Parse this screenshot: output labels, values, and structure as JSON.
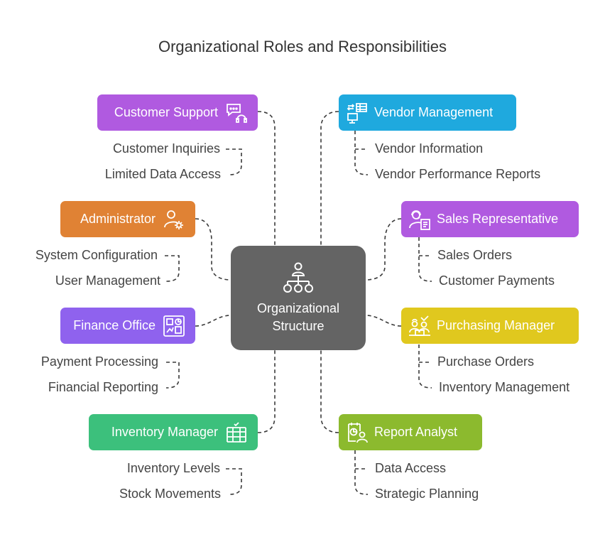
{
  "title": "Organizational Roles and Responsibilities",
  "center": {
    "line1": "Organizational",
    "line2": "Structure",
    "icon": "org-chart-icon"
  },
  "roles": [
    {
      "id": "customer-support",
      "label": "Customer Support",
      "color": "#B05AE0",
      "icon": "chat-headset-icon",
      "items": [
        "Customer Inquiries",
        "Limited Data Access"
      ]
    },
    {
      "id": "administrator",
      "label": "Administrator",
      "color": "#E08234",
      "icon": "user-gear-icon",
      "items": [
        "System Configuration",
        "User Management"
      ]
    },
    {
      "id": "finance-office",
      "label": "Finance Office",
      "color": "#8F62EE",
      "icon": "finance-dashboard-icon",
      "items": [
        "Payment Processing",
        "Financial Reporting"
      ]
    },
    {
      "id": "inventory-manager",
      "label": "Inventory Manager",
      "color": "#3CC07C",
      "icon": "inventory-shelf-icon",
      "items": [
        "Inventory Levels",
        "Stock Movements"
      ]
    },
    {
      "id": "vendor-management",
      "label": "Vendor Management",
      "color": "#1FA9DE",
      "icon": "vendor-exchange-icon",
      "items": [
        "Vendor Information",
        "Vendor Performance Reports"
      ]
    },
    {
      "id": "sales-representative",
      "label": "Sales Representative",
      "color": "#B05AE0",
      "icon": "sales-headset-icon",
      "items": [
        "Sales Orders",
        "Customer Payments"
      ]
    },
    {
      "id": "purchasing-manager",
      "label": "Purchasing Manager",
      "color": "#E0C81E",
      "icon": "purchasing-people-icon",
      "items": [
        "Purchase Orders",
        "Inventory Management"
      ]
    },
    {
      "id": "report-analyst",
      "label": "Report Analyst",
      "color": "#8CBA2E",
      "icon": "report-analyst-icon",
      "items": [
        "Data Access",
        "Strategic Planning"
      ]
    }
  ]
}
